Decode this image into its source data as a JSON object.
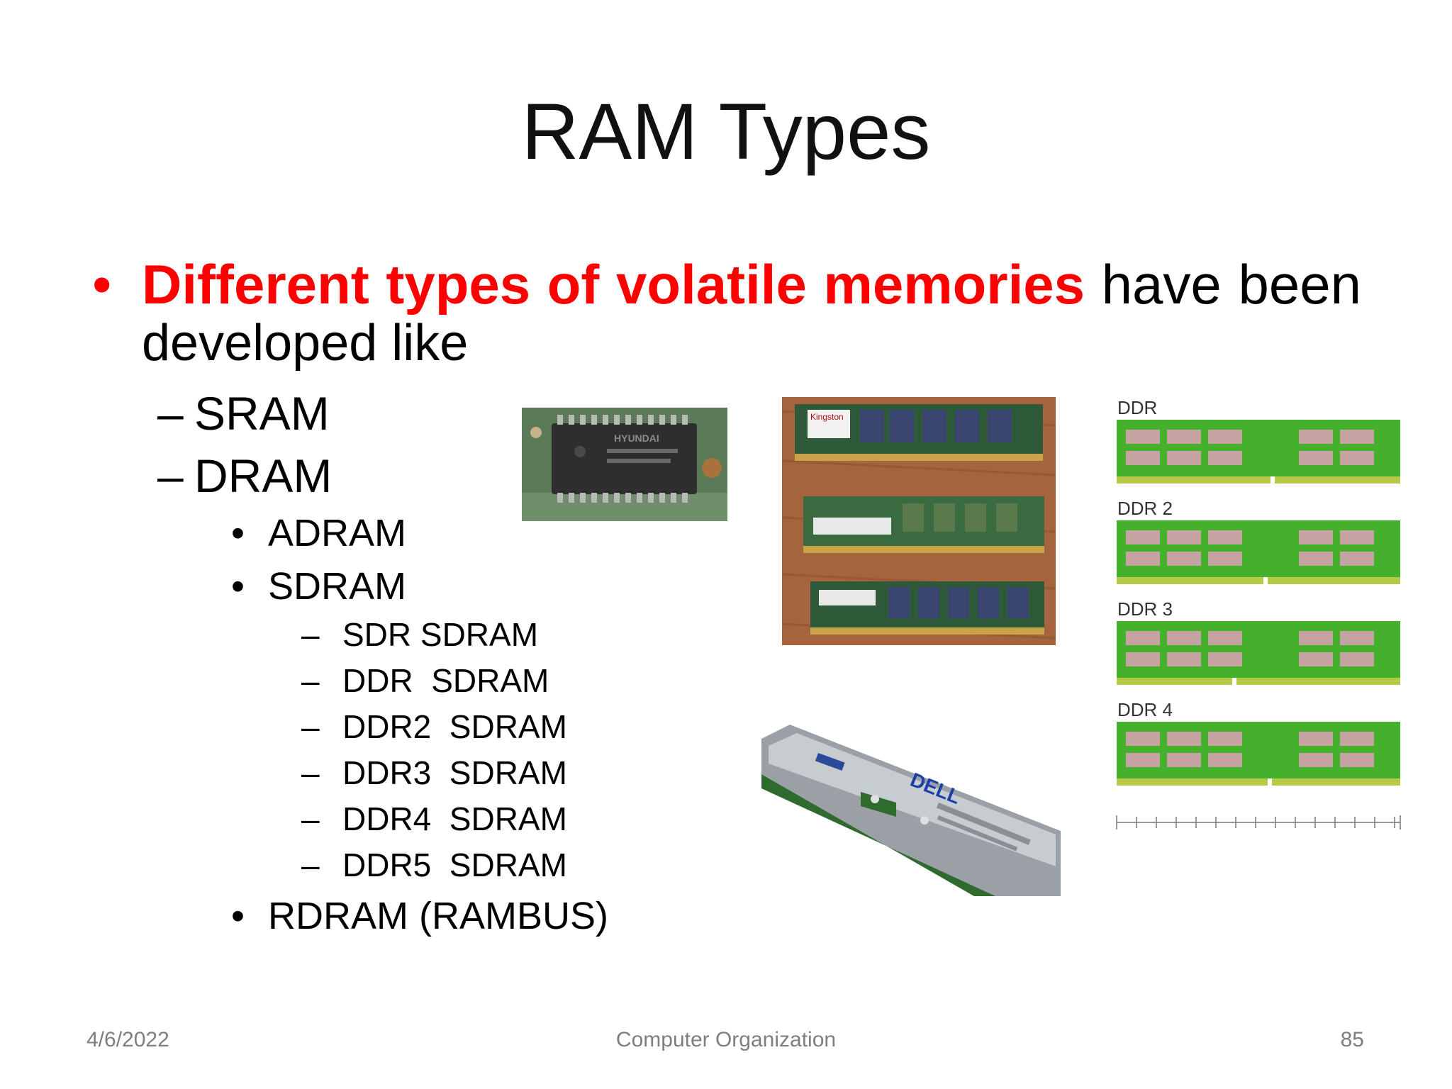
{
  "slide": {
    "title": "RAM Types",
    "bullet": {
      "marker": "•",
      "highlight": "Different types of volatile memories",
      "rest": "have been",
      "line2": "developed like"
    },
    "items": [
      {
        "marker": "–",
        "label": "SRAM"
      },
      {
        "marker": "–",
        "label": "DRAM"
      }
    ],
    "dram_items": [
      {
        "marker": "•",
        "label": "ADRAM"
      },
      {
        "marker": "•",
        "label": "SDRAM"
      }
    ],
    "sdram_items": [
      {
        "marker": "–",
        "label": "SDR SDRAM"
      },
      {
        "marker": "–",
        "label": "DDR  SDRAM"
      },
      {
        "marker": "–",
        "label": "DDR2  SDRAM"
      },
      {
        "marker": "–",
        "label": "DDR3  SDRAM"
      },
      {
        "marker": "–",
        "label": "DDR4  SDRAM"
      },
      {
        "marker": "–",
        "label": "DDR5  SDRAM"
      }
    ],
    "last_item": {
      "marker": "•",
      "label": "RDRAM (RAMBUS)"
    },
    "ddr_labels": [
      "DDR",
      "DDR 2",
      "DDR 3",
      "DDR 4"
    ],
    "chip_brand": "HYUNDAI",
    "stick_brand": "Kingston",
    "rambus_brand": "DELL",
    "footer": {
      "date": "4/6/2022",
      "course": "Computer Organization",
      "page": "85"
    }
  }
}
